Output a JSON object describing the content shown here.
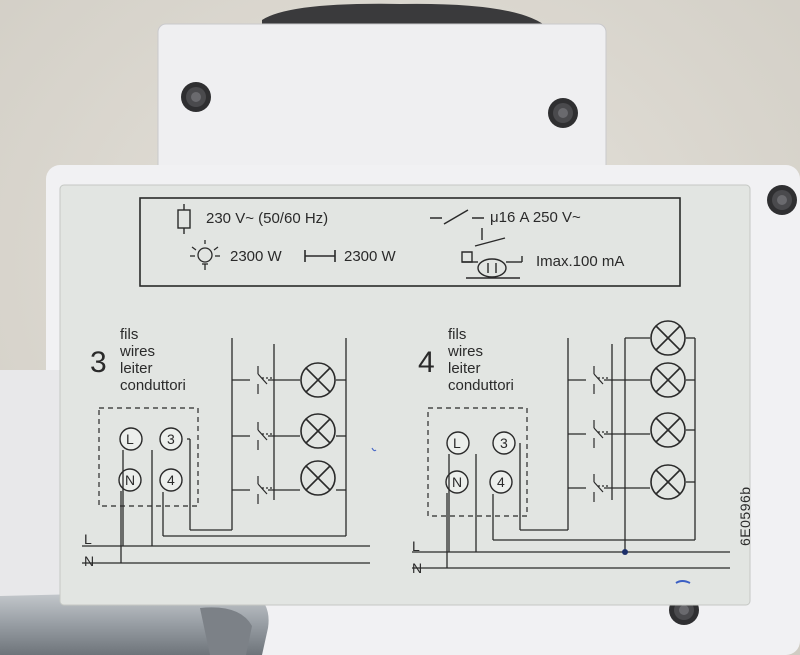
{
  "spec": {
    "coil": "230 V~ (50/60 Hz)",
    "contact": "μ16 A  250 V~",
    "lamp": "2300 W",
    "fluor": "2300 W",
    "imax": "Imax.100 mA"
  },
  "left_panel": {
    "count": "3",
    "words": [
      "fils",
      "wires",
      "leiter",
      "conduttori"
    ],
    "terminals": [
      "L",
      "3",
      "N",
      "4"
    ]
  },
  "right_panel": {
    "count": "4",
    "words": [
      "fils",
      "wires",
      "leiter",
      "conduttori"
    ],
    "terminals": [
      "L",
      "3",
      "N",
      "4"
    ]
  },
  "wires": {
    "L": "L",
    "N": "N"
  },
  "part_code": "6E0596b",
  "colors": {
    "label": "#e3e6e3",
    "housing": "#f2f2f4",
    "ink": "#2a2a2a",
    "wall": "#ddd9d0"
  }
}
